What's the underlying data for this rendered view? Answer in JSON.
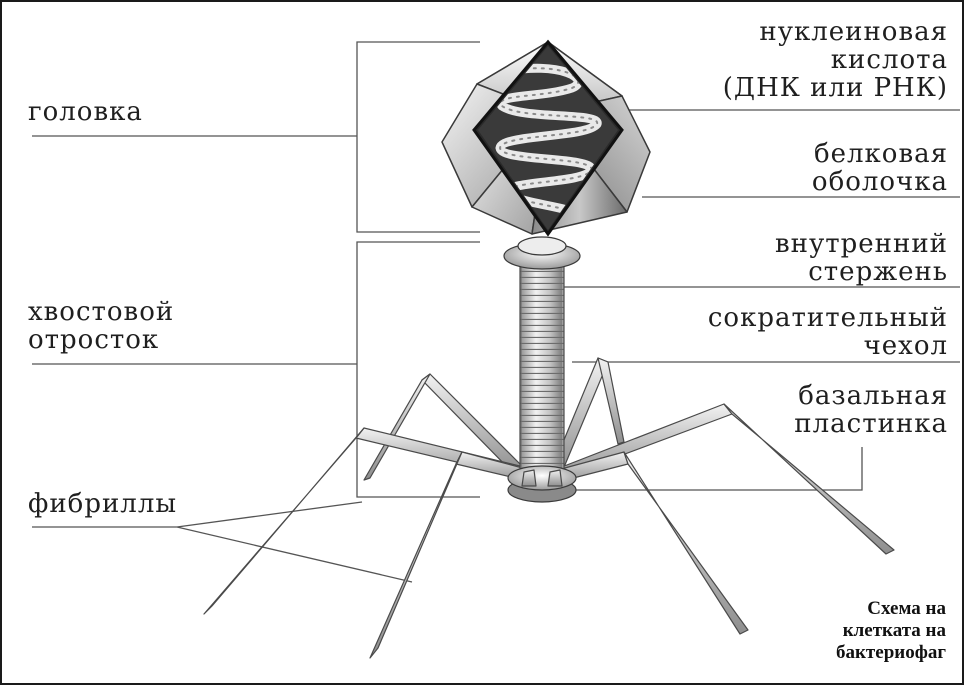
{
  "labels": {
    "head": "головка",
    "tail": [
      "хвостовой",
      "отросток"
    ],
    "fibrils": "фибриллы",
    "nucleic_acid": [
      "нуклеиновая",
      "кислота",
      "(ДНК или РНК)"
    ],
    "protein_coat": [
      "белковая",
      "оболочка"
    ],
    "inner_core": [
      "внутренний",
      "стержень"
    ],
    "contractile_sheath": [
      "сократительный",
      "чехол"
    ],
    "basal_plate": [
      "базальная",
      "пластинка"
    ]
  },
  "caption": [
    "Схема на",
    "клетката на",
    "бактериофаг"
  ],
  "colors": {
    "frame": "#1a1a1a",
    "leader_lines": "#555555",
    "capsid_light": "#e8e8e8",
    "capsid_mid": "#a8a8a8",
    "capsid_dark": "#6e6e6e",
    "tail_metal": "#cfcfcf"
  }
}
